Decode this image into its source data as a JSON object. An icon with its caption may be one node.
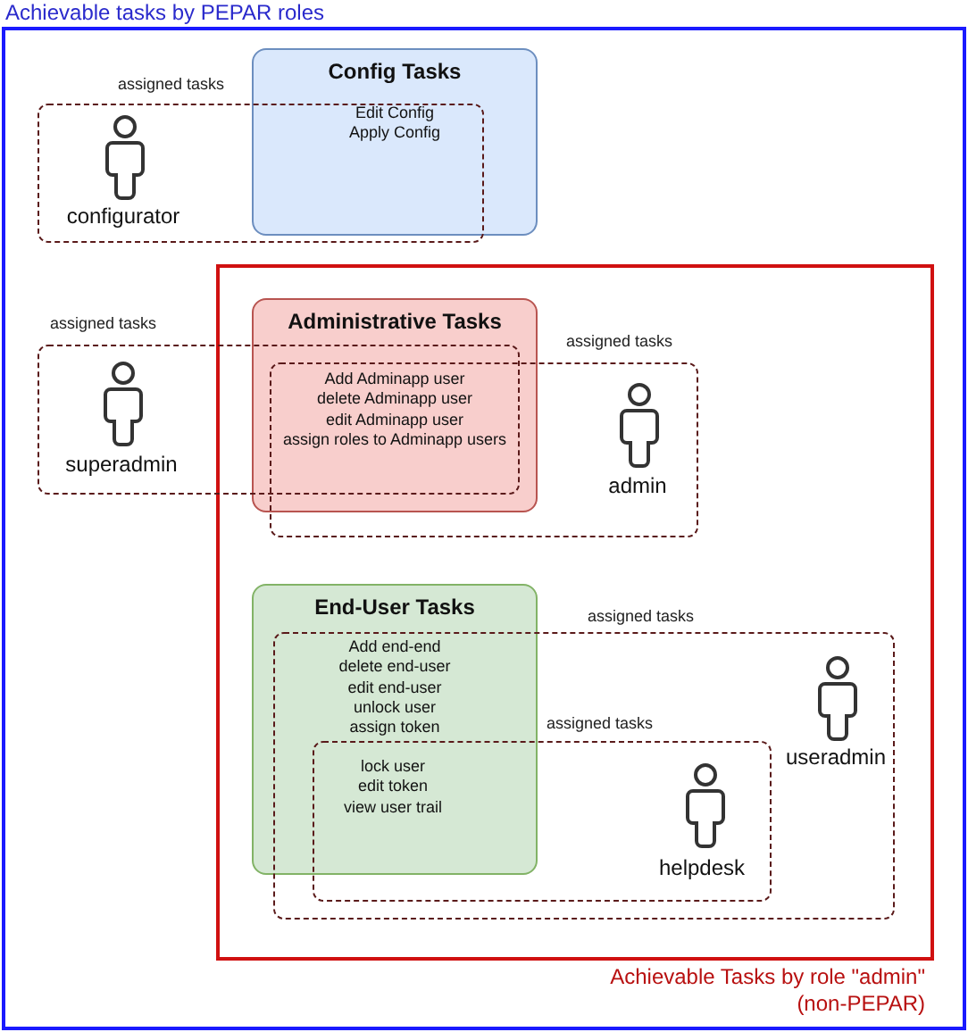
{
  "diagram": {
    "nodes": [
      {
        "text": [
          "Achievable tasks by PEPAR roles"
        ]
      },
      {
        "text": [
          "Achievable Tasks by role \"admin\" (non-PEPAR)"
        ],
        "in": 0
      },
      {
        "text": [
          "Config Tasks",
          "Edit Config Apply Config"
        ],
        "in": 0
      },
      {
        "text": [
          "assigned tasks",
          "configurator"
        ],
        "in": 0
      },
      {
        "text": [
          "Administrative Tasks",
          "Add Adminapp user delete Adminapp user edit Adminapp user assign roles to Adminapp users"
        ],
        "in": 1
      },
      {
        "text": [
          "assigned tasks",
          "superadmin"
        ],
        "in": 0
      },
      {
        "text": [
          "assigned tasks",
          "admin"
        ],
        "in": 1
      },
      {
        "text": [
          "End-User Tasks",
          "Add end-end delete end-user edit end-user unlock user assign token"
        ],
        "in": 1
      },
      {
        "text": [
          "assigned tasks",
          "useradmin"
        ],
        "in": 1
      },
      {
        "text": [
          "assigned tasks",
          "lock user edit token view user trail",
          "helpdesk"
        ],
        "in": 8
      }
    ]
  }
}
